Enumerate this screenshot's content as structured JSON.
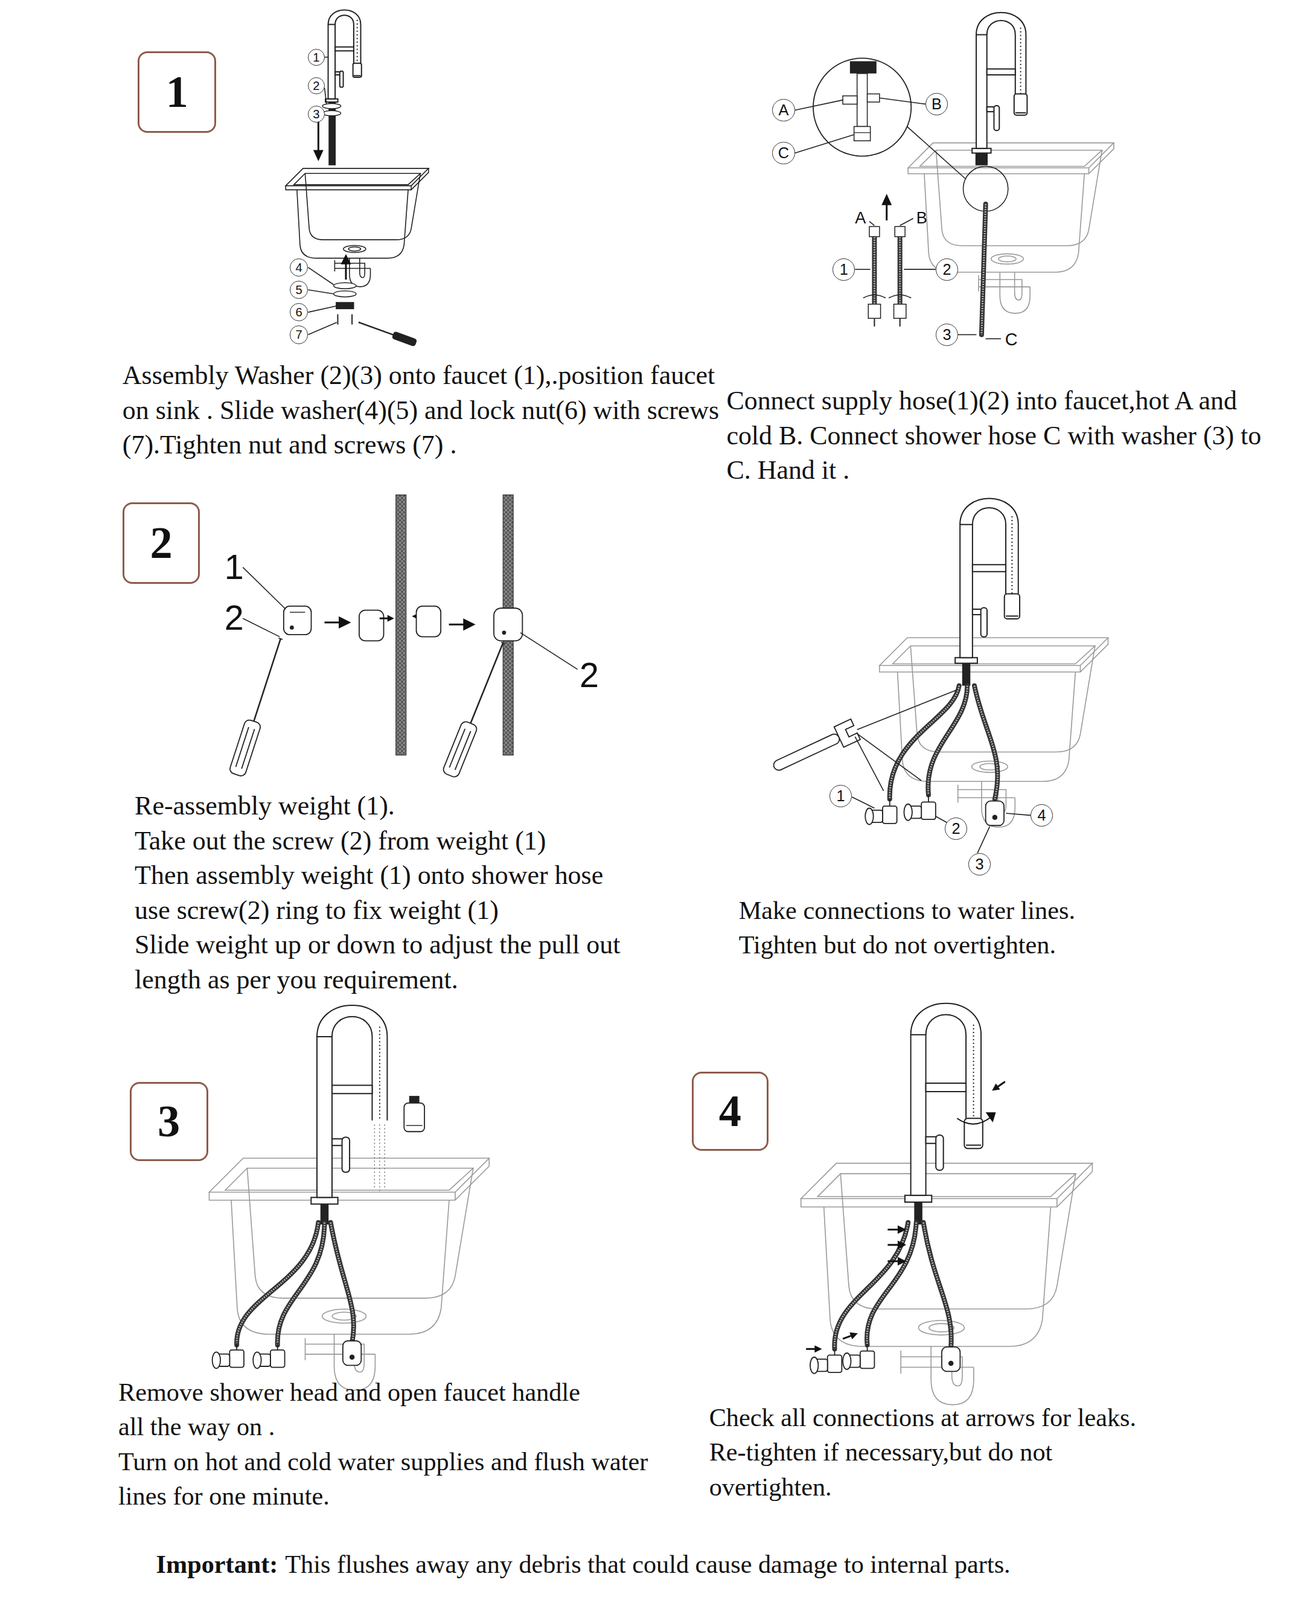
{
  "diagram": {
    "nodes": [
      {
        "text": [
          "1"
        ]
      },
      {
        "text": [
          "1"
        ]
      },
      {
        "text": [
          "2"
        ]
      },
      {
        "text": [
          "3"
        ]
      },
      {
        "text": [
          "4"
        ]
      },
      {
        "text": [
          "5"
        ]
      },
      {
        "text": [
          "6"
        ]
      },
      {
        "text": [
          "7"
        ]
      },
      {
        "text": [
          "A"
        ]
      },
      {
        "text": [
          "B"
        ]
      },
      {
        "text": [
          "C"
        ]
      },
      {
        "text": [
          "1"
        ]
      },
      {
        "text": [
          "2"
        ]
      },
      {
        "text": [
          "3"
        ]
      },
      {
        "text": [
          "2"
        ]
      },
      {
        "text": [
          "1"
        ]
      },
      {
        "text": [
          "2"
        ]
      },
      {
        "text": [
          "4"
        ]
      },
      {
        "text": [
          "3"
        ]
      },
      {
        "text": [
          "3"
        ]
      },
      {
        "text": [
          "4"
        ]
      }
    ],
    "labels": [
      "Assembly Washer (2)(3) onto faucet (1),.position faucet on sink . Slide washer(4)(5) and lock nut(6) with screws (7).Tighten nut and screws (7) .",
      "A",
      "B",
      "C",
      "Connect supply hose(1)(2) into faucet,hot A and cold B. Connect shower hose C with washer (3) to C. Hand it .",
      "1",
      "2",
      "2",
      "Re-assembly weight (1).",
      "Take out the screw (2) from weight (1)",
      "Then assembly weight (1) onto shower hose",
      "use screw(2) ring to fix weight (1)",
      "Slide weight up or down to adjust the pull out length as per you requirement.",
      "Make connections to water lines.",
      "Tighten but do not overtighten.",
      "Remove shower head and open faucet handle all the way on .",
      "Turn on hot and cold water supplies and flush water lines for one minute.",
      "Check all connections at arrows for leaks.",
      "Re-tighten if necessary,but do not overtighten.",
      "Important:",
      "This flushes away any debris that could cause damage to internal parts."
    ]
  }
}
